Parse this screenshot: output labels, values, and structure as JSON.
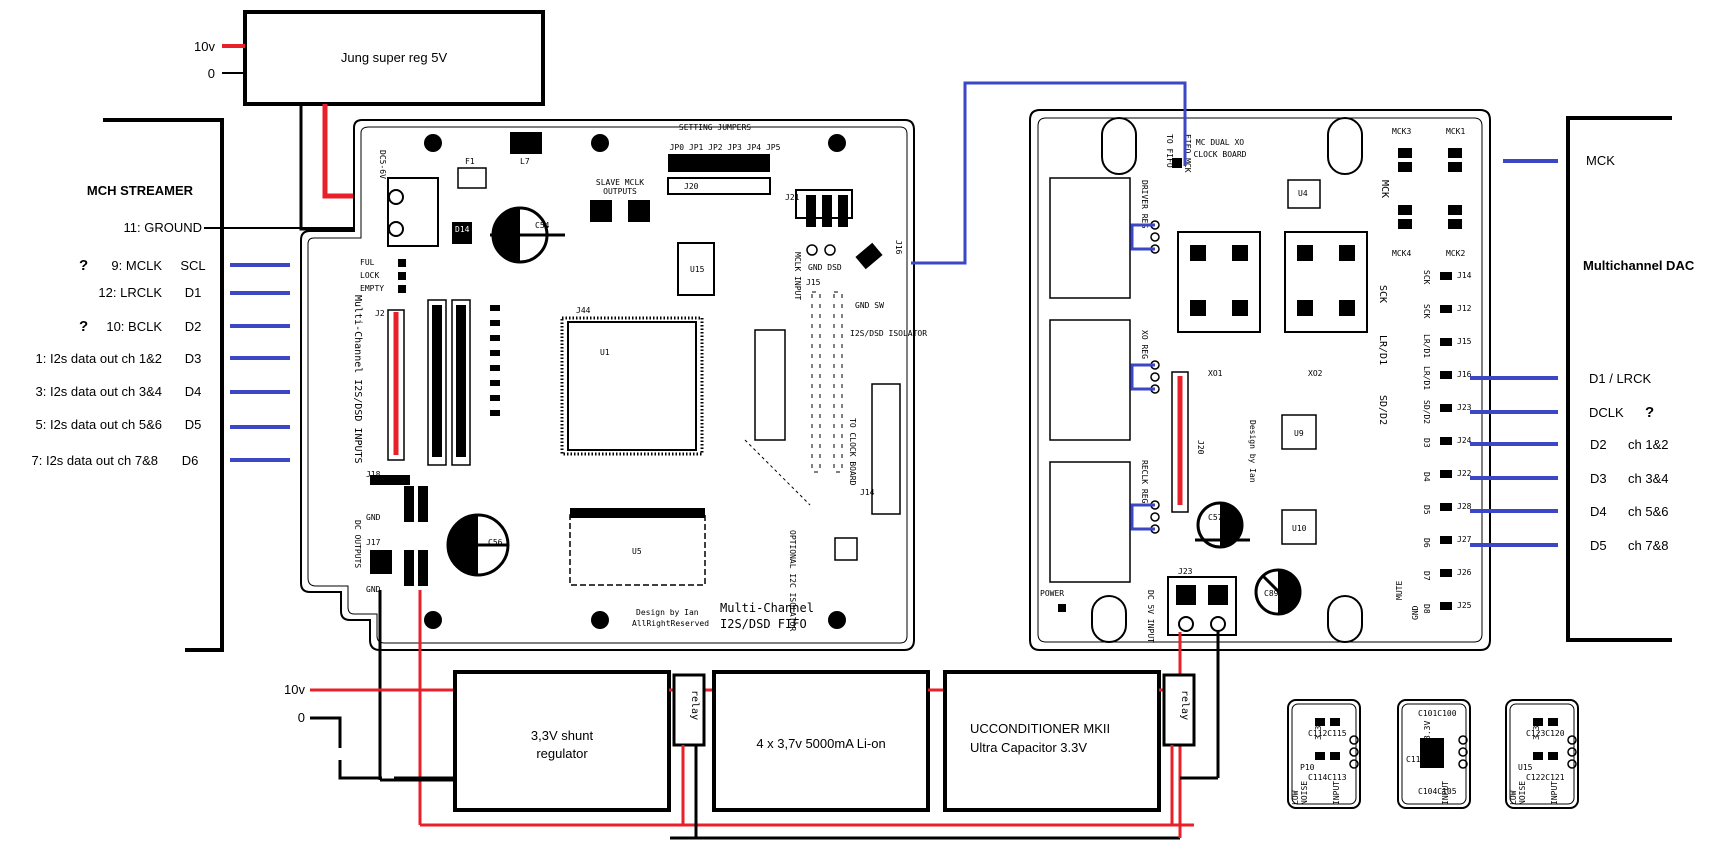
{
  "colors": {
    "wire_red": "#e8202a",
    "wire_blue": "#3b47c4",
    "wire_black": "#000000"
  },
  "supply_top": {
    "v_in": "10v",
    "gnd": "0",
    "label": "Jung super reg 5V"
  },
  "streamer": {
    "title": "MCH STREAMER",
    "ground": "11: GROUND",
    "pins": [
      {
        "q": "?",
        "name": "9: MCLK",
        "code": "SCL"
      },
      {
        "q": "",
        "name": "12: LRCLK",
        "code": "D1"
      },
      {
        "q": "?",
        "name": "10: BCLK",
        "code": "D2"
      },
      {
        "q": "",
        "name": "1: I2s data out ch 1&2",
        "code": "D3"
      },
      {
        "q": "",
        "name": "3: I2s data out ch 3&4",
        "code": "D4"
      },
      {
        "q": "",
        "name": "5: I2s data out ch 5&6",
        "code": "D5"
      },
      {
        "q": "",
        "name": "7: I2s data out ch 7&8",
        "code": "D6"
      }
    ]
  },
  "fifo_board": {
    "jumpers_title": "SETTING JUMPERS",
    "jumper_labels": "JP0 JP1 JP2 JP3 JP4 JP5",
    "slave_mclk": "SLAVE MCLK",
    "outputs": "OUTPUTS",
    "inputs_title": "Multi-Channel I2S/DSD INPUTS",
    "status_ful": "FUL",
    "status_lock": "LOCK",
    "status_empty": "EMPTY",
    "mclk_input": "MCLK INPUT",
    "gnd_dsd": "GND DSD",
    "gnd_sw": "GND SW",
    "isolator": "I2S/DSD ISOLATOR",
    "to_clock": "TO CLOCK BOARD",
    "u1": "U1",
    "u5": "U5",
    "u15": "U15",
    "j44": "J44",
    "j18": "J18",
    "j17": "J17",
    "j15": "J15",
    "j14": "J14",
    "j16": "J16",
    "j21": "J21",
    "j20": "J20",
    "j2": "J2",
    "c54": "C54",
    "c56": "C56",
    "d14": "D14",
    "f1": "F1",
    "l7": "L7",
    "dc_in": "DC5-6V",
    "dc_outputs": "DC OUTPUTS",
    "gnd": "GND",
    "optional": "OPTIONAL I2C ISOLATOR",
    "footer_design": "Design by Ian",
    "footer_rights": "AllRightReserved",
    "footer_title1": "Multi-Channel",
    "footer_title2": "I2S/DSD FIFO"
  },
  "clock_board": {
    "title1": "MC DUAL XO",
    "title2": "CLOCK BOARD",
    "to_fifo": "TO FIFO",
    "fifo_mck": "FIFO MCK",
    "driver_reg": "DRIVER REG",
    "xo_reg": "XO REG",
    "reclk_reg": "RECLK REG",
    "xo1": "XO1",
    "xo2": "XO2",
    "u4": "U4",
    "u9": "U9",
    "u10": "U10",
    "j20": "J20",
    "j23": "J23",
    "c57": "C57",
    "c89": "C89",
    "design": "Design by Ian",
    "power": "POWER",
    "dc_input": "DC 5V INPUT",
    "mute": "MUTE",
    "gnd": "GND",
    "mck_labels": [
      "MCK3",
      "MCK1",
      "MCK4",
      "MCK2"
    ],
    "pin_rows": [
      "SCK",
      "SCK",
      "LR/D1",
      "LR/D1",
      "SD/D2",
      "D3",
      "D4",
      "D5",
      "D6",
      "D7",
      "D8"
    ],
    "pin_j": [
      "J14",
      "J12",
      "J15",
      "J16",
      "J23",
      "J24",
      "J22",
      "J28",
      "J27",
      "J26",
      "J25"
    ],
    "side_left": [
      "SCK",
      "LR/D1",
      "SD/D2"
    ],
    "side_right": [
      "MCK"
    ]
  },
  "dac": {
    "title": "Multichannel DAC",
    "mck": "MCK",
    "rows": [
      {
        "code": "D1 / LRCK",
        "ch": "",
        "q": ""
      },
      {
        "code": "DCLK",
        "ch": "",
        "q": "?"
      },
      {
        "code": "D2",
        "ch": "ch 1&2",
        "q": ""
      },
      {
        "code": "D3",
        "ch": "ch 3&4",
        "q": ""
      },
      {
        "code": "D4",
        "ch": "ch 5&6",
        "q": ""
      },
      {
        "code": "D5",
        "ch": "ch 7&8",
        "q": ""
      }
    ]
  },
  "supply_bottom": {
    "v_in": "10v",
    "gnd": "0",
    "shunt_line1": "3,3V shunt",
    "shunt_line2": "regulator",
    "relay": "relay",
    "battery": "4 x 3,7v 5000mA Li-on",
    "ucc_line1": "UCCONDITIONER MKII",
    "ucc_line2": "Ultra Capacitor 3.3V"
  },
  "mini_boards": [
    {
      "low": "LOW",
      "noise": "NOISE",
      "input": "INPUT",
      "v": "3.3V",
      "c1": "C112C115",
      "c2": "C114C113",
      "p": "P10"
    },
    {
      "low": "",
      "noise": "",
      "input": "INPUT",
      "v": "3.3V",
      "c1": "C101C100",
      "c2": "C104C105",
      "p": "C111"
    },
    {
      "low": "LOW",
      "noise": "NOISE",
      "input": "INPUT",
      "v": "3.3V",
      "c1": "C123C120",
      "c2": "C122C121",
      "p": "U15"
    }
  ]
}
